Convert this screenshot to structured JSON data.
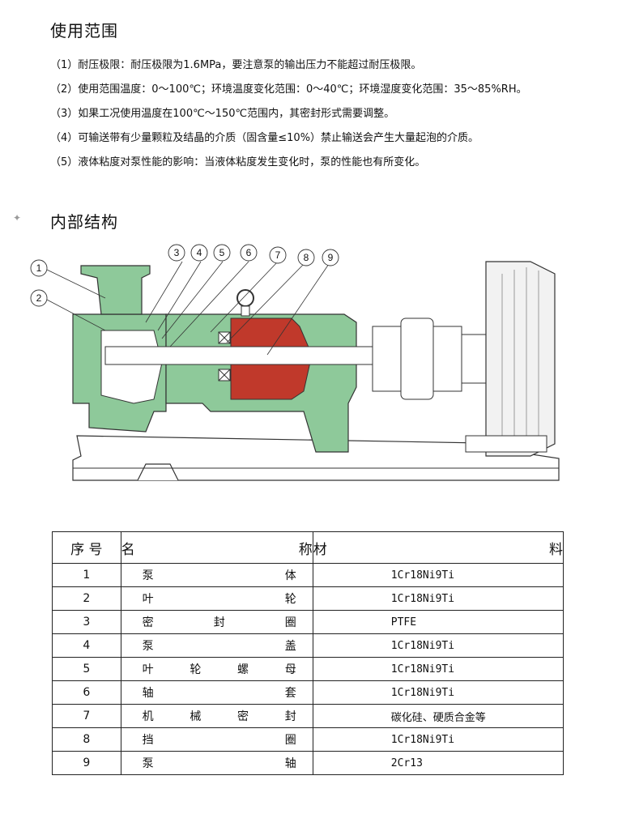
{
  "section1": {
    "title": "使用范围",
    "items": [
      "（1）耐压极限：耐压极限为1.6MPa，要注意泵的输出压力不能超过耐压极限。",
      "（2）使用范围温度：0～100℃；环境温度变化范围：0～40℃；环境湿度变化范围：35～85%RH。",
      "（3）如果工况使用温度在100℃～150℃范围内，其密封形式需要调整。",
      "（4）可输送带有少量颗粒及结晶的介质（固含量≤10%）禁止输送会产生大量起泡的介质。",
      "（5）液体粘度对泵性能的影响：当液体粘度发生变化时，泵的性能也有所变化。"
    ]
  },
  "section2": {
    "title": "内部结构",
    "callouts": [
      "1",
      "2",
      "3",
      "4",
      "5",
      "6",
      "7",
      "8",
      "9"
    ]
  },
  "colors": {
    "casing": "#8ec99a",
    "shaft_red": "#c0392b",
    "motor": "#f2f2f2",
    "outline": "#333333"
  },
  "parts_table": {
    "header": {
      "no": "序 号",
      "name_chars": [
        "名",
        "称"
      ],
      "material_chars": [
        "材",
        "料"
      ]
    },
    "rows": [
      {
        "no": "1",
        "name_chars": [
          "泵",
          "体"
        ],
        "material": "1Cr18Ni9Ti"
      },
      {
        "no": "2",
        "name_chars": [
          "叶",
          "轮"
        ],
        "material": "1Cr18Ni9Ti"
      },
      {
        "no": "3",
        "name_chars": [
          "密",
          "封",
          "圈"
        ],
        "material": "PTFE"
      },
      {
        "no": "4",
        "name_chars": [
          "泵",
          "盖"
        ],
        "material": "1Cr18Ni9Ti"
      },
      {
        "no": "5",
        "name_chars": [
          "叶",
          "轮",
          "螺",
          "母"
        ],
        "material": "1Cr18Ni9Ti"
      },
      {
        "no": "6",
        "name_chars": [
          "轴",
          "套"
        ],
        "material": "1Cr18Ni9Ti"
      },
      {
        "no": "7",
        "name_chars": [
          "机",
          "械",
          "密",
          "封"
        ],
        "material": "碳化硅、硬质合金等"
      },
      {
        "no": "8",
        "name_chars": [
          "挡",
          "圈"
        ],
        "material": "1Cr18Ni9Ti"
      },
      {
        "no": "9",
        "name_chars": [
          "泵",
          "轴"
        ],
        "material": "2Cr13"
      }
    ]
  }
}
